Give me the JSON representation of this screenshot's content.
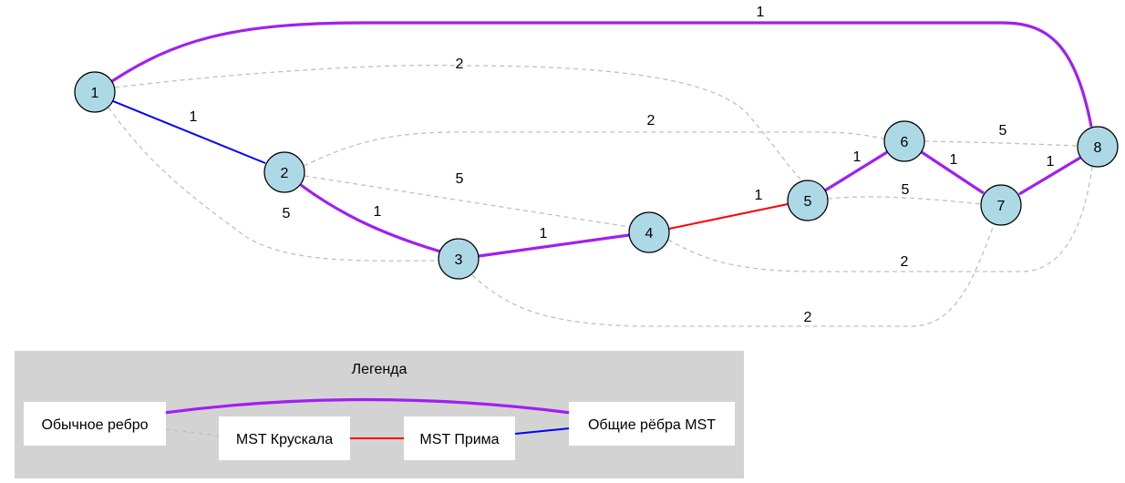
{
  "nodes": [
    {
      "id": "1",
      "label": "1"
    },
    {
      "id": "2",
      "label": "2"
    },
    {
      "id": "3",
      "label": "3"
    },
    {
      "id": "4",
      "label": "4"
    },
    {
      "id": "5",
      "label": "5"
    },
    {
      "id": "6",
      "label": "6"
    },
    {
      "id": "7",
      "label": "7"
    },
    {
      "id": "8",
      "label": "8"
    }
  ],
  "edges": [
    {
      "from": "1",
      "to": "8",
      "weight": "1",
      "kind": "common"
    },
    {
      "from": "1",
      "to": "5",
      "weight": "2",
      "kind": "regular"
    },
    {
      "from": "1",
      "to": "2",
      "weight": "1",
      "kind": "prim"
    },
    {
      "from": "1",
      "to": "3",
      "weight": "5",
      "kind": "regular"
    },
    {
      "from": "2",
      "to": "6",
      "weight": "2",
      "kind": "regular"
    },
    {
      "from": "2",
      "to": "4",
      "weight": "5",
      "kind": "regular"
    },
    {
      "from": "2",
      "to": "3",
      "weight": "1",
      "kind": "common"
    },
    {
      "from": "3",
      "to": "4",
      "weight": "1",
      "kind": "common"
    },
    {
      "from": "3",
      "to": "7",
      "weight": "2",
      "kind": "regular"
    },
    {
      "from": "4",
      "to": "5",
      "weight": "1",
      "kind": "kruskal"
    },
    {
      "from": "4",
      "to": "8",
      "weight": "2",
      "kind": "regular"
    },
    {
      "from": "5",
      "to": "6",
      "weight": "1",
      "kind": "common"
    },
    {
      "from": "5",
      "to": "7",
      "weight": "5",
      "kind": "regular"
    },
    {
      "from": "6",
      "to": "8",
      "weight": "5",
      "kind": "regular"
    },
    {
      "from": "6",
      "to": "7",
      "weight": "1",
      "kind": "common"
    },
    {
      "from": "7",
      "to": "8",
      "weight": "1",
      "kind": "common"
    }
  ],
  "legend": {
    "title": "Легенда",
    "items": {
      "regular": "Обычное ребро",
      "kruskal": "MST Крускала",
      "prim": "MST Прима",
      "common": "Общие рёбра MST"
    }
  },
  "colors": {
    "node_fill": "#add8e6",
    "node_stroke": "#000000",
    "regular": "#c0c0c0",
    "kruskal": "#ff0000",
    "prim": "#0000ff",
    "common": "#a020f0",
    "legend_bg": "#d3d3d3",
    "legend_box": "#ffffff"
  }
}
